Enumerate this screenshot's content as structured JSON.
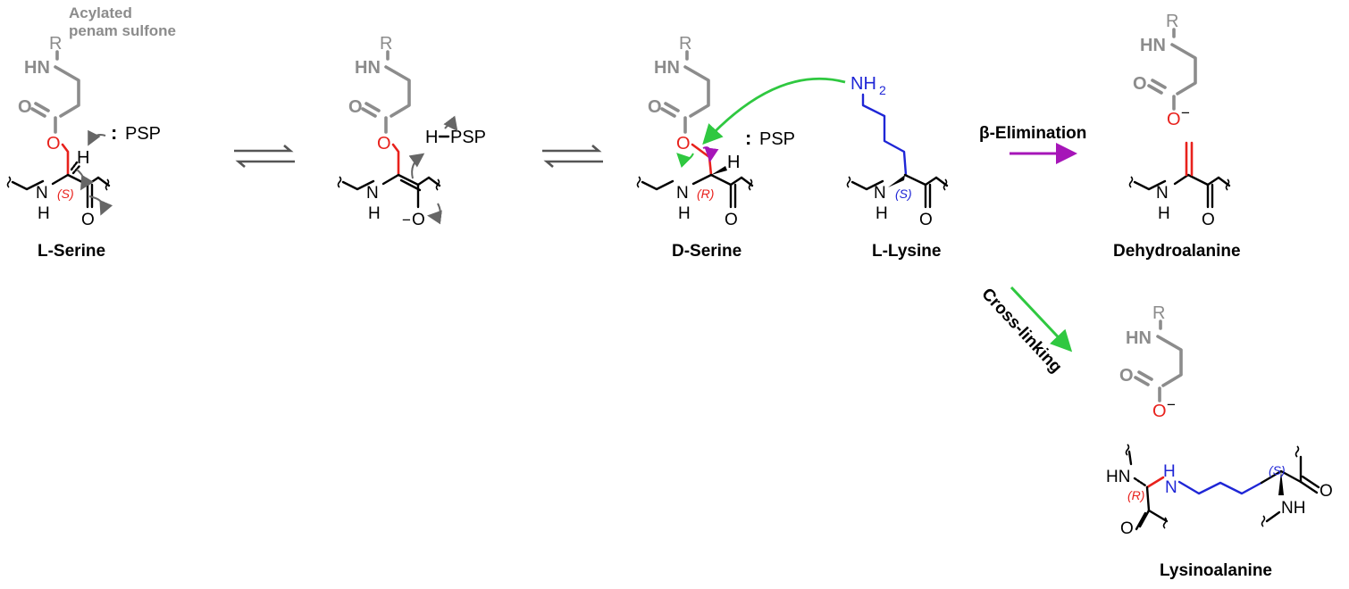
{
  "atoms": {
    "R": "R",
    "HN": "HN",
    "O": "O",
    "H": "H",
    "N": "N",
    "NH2": "NH",
    "NH2_sub": "2",
    "O_minus": "O",
    "minus": "−",
    "H_psp": "H",
    "PSP": "PSP",
    "lone_pair": ":",
    "NH": "NH"
  },
  "labels": {
    "acylated_line1": "Acylated",
    "acylated_line2": "penam sulfone",
    "psp": "PSP",
    "stereo_s": "(S)",
    "stereo_r": "(R)"
  },
  "compounds": {
    "l_serine": "L-Serine",
    "d_serine": "D-Serine",
    "l_lysine": "L-Lysine",
    "dehydroalanine": "Dehydroalanine",
    "lysinoalanine": "Lysinoalanine"
  },
  "reactions": {
    "beta_elimination": "β-Elimination",
    "cross_linking": "Cross-linking"
  },
  "colors": {
    "substrate": "#8c8c8c",
    "serine_bond": "#e8211c",
    "lysine_chain": "#1f26d6",
    "nucleophilic_attack_arrow": "#2fc840",
    "elimination_arrow": "#a615b8",
    "equilibrium_arrow": "#555555"
  }
}
